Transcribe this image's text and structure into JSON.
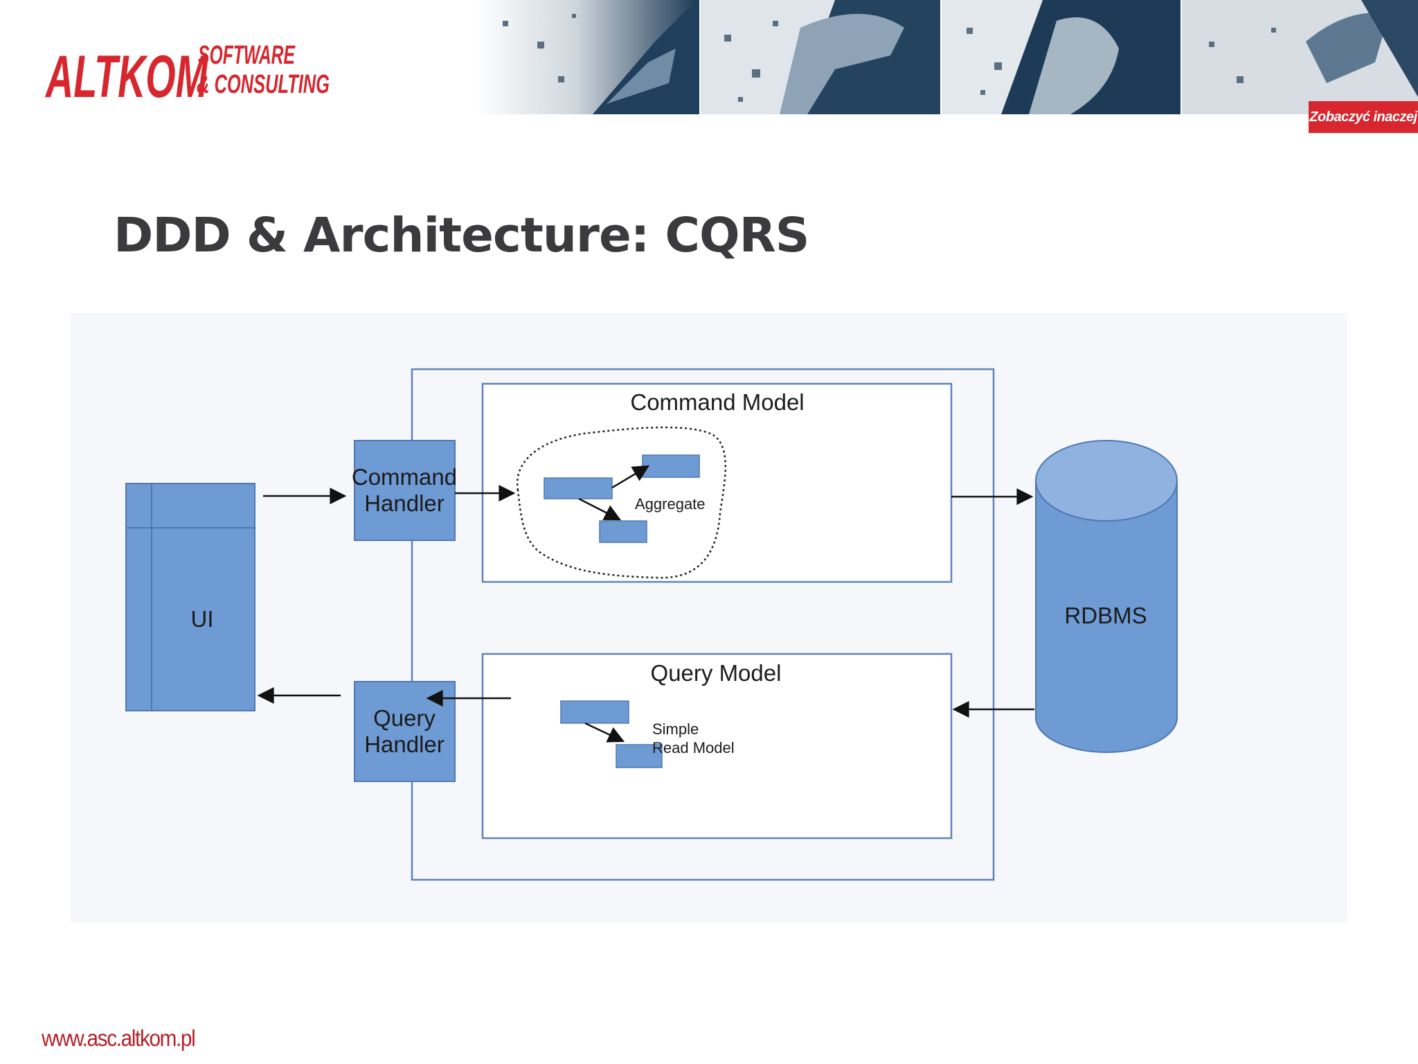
{
  "branding": {
    "logo_left": "ALTKOM",
    "logo_right_line1": "SOFTWARE",
    "logo_right_line2": "& CONSULTING",
    "cta_label": "Zobaczyć inaczej",
    "accent_color": "#d7262d"
  },
  "slide": {
    "title": "DDD & Architecture: CQRS",
    "footer_url": "www.asc.altkom.pl"
  },
  "diagram": {
    "box_color": "#6f9bd4",
    "nodes": {
      "ui": "UI",
      "command_handler_line1": "Command",
      "command_handler_line2": "Handler",
      "query_handler_line1": "Query",
      "query_handler_line2": "Handler",
      "command_model": "Command Model",
      "query_model": "Query Model",
      "aggregate": "Aggregate",
      "simple_read_model_line1": "Simple",
      "simple_read_model_line2": "Read Model",
      "rdbms": "RDBMS"
    }
  }
}
